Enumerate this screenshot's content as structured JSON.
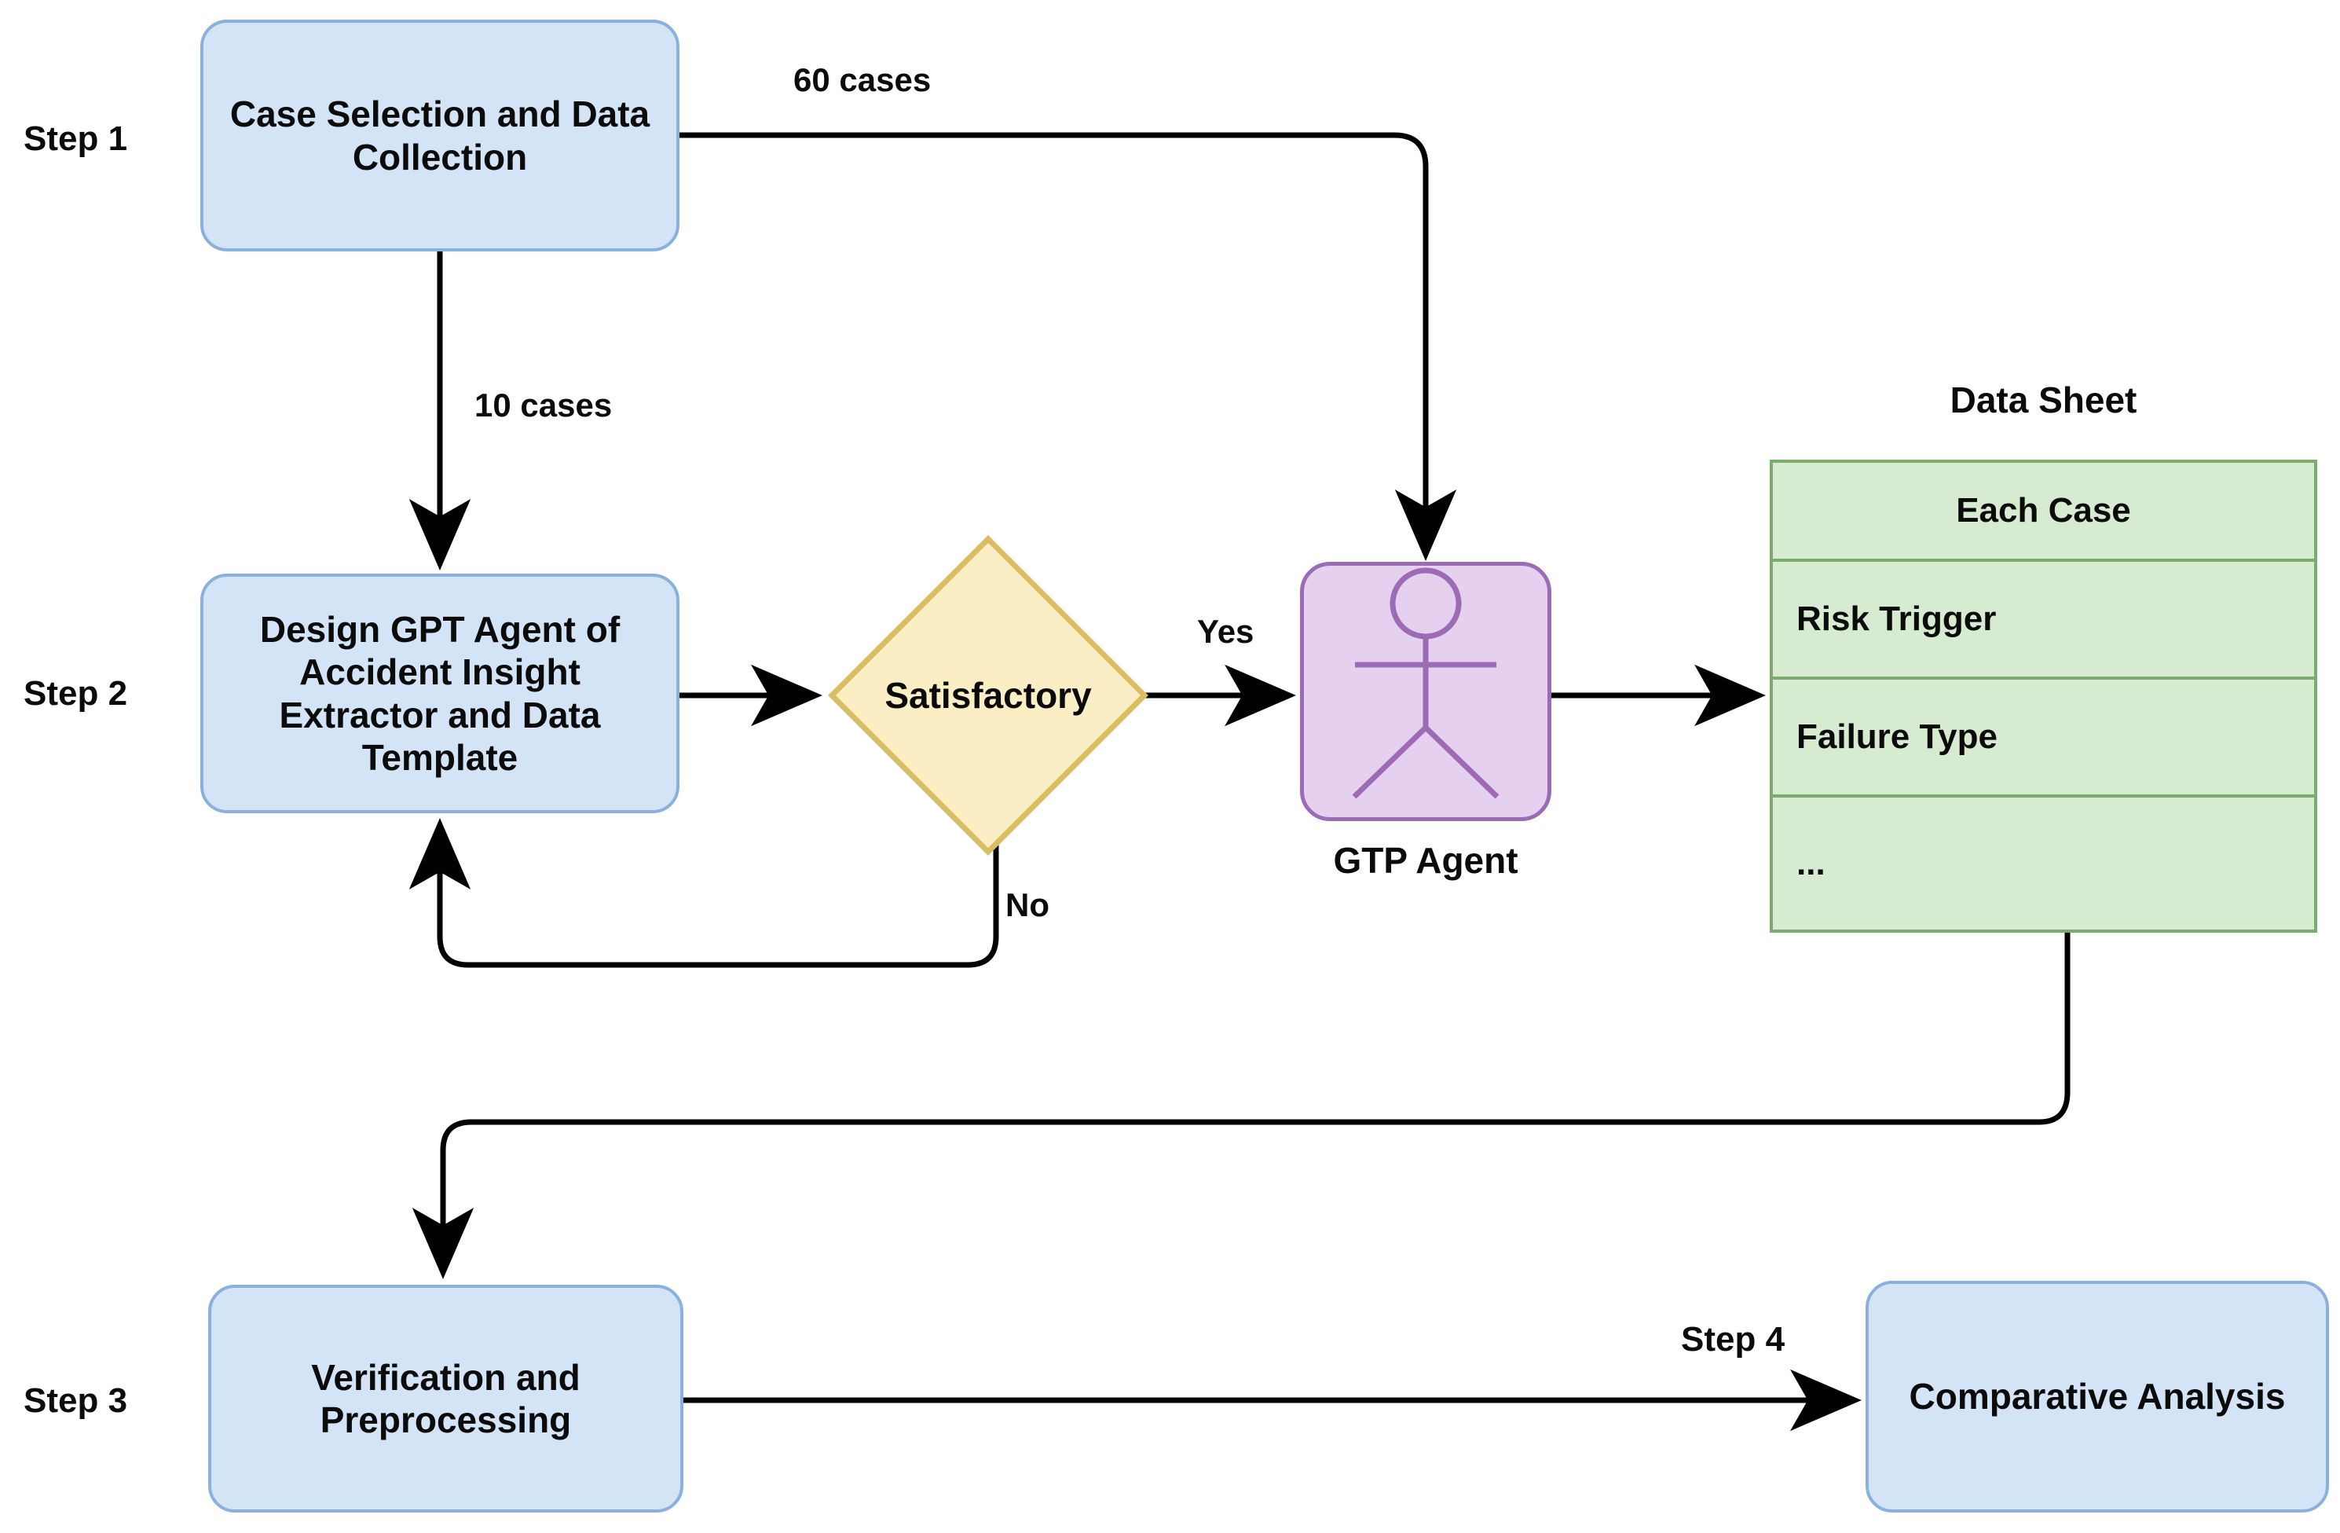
{
  "diagram": {
    "title": "Accident Insight Extraction Workflow",
    "type": "flowchart",
    "colors": {
      "process_fill": "#d4e4f7",
      "process_stroke": "#8ab0dd",
      "decision_fill": "#fbeec4",
      "decision_stroke": "#d9bd63",
      "agent_fill": "#e5d0ef",
      "agent_stroke": "#9b6cb5",
      "sheet_fill": "#d6ebd0",
      "sheet_stroke": "#7aac6e",
      "connector": "#000000"
    }
  },
  "step_labels": {
    "step1": "Step 1",
    "step2": "Step 2",
    "step3": "Step 3",
    "step4": "Step 4"
  },
  "nodes": {
    "case_selection": "Case Selection and Data Collection",
    "design_agent": "Design GPT Agent of Accident Insight Extractor and Data Template",
    "satisfactory": "Satisfactory",
    "gpt_agent_caption": "GTP Agent",
    "verification": "Verification and Preprocessing",
    "comparative": "Comparative Analysis"
  },
  "edge_labels": {
    "sixty_cases": "60 cases",
    "ten_cases": "10 cases",
    "yes": "Yes",
    "no": "No"
  },
  "data_sheet": {
    "title": "Data Sheet",
    "rows": [
      "Each Case",
      "Risk Trigger",
      "Failure Type",
      "..."
    ]
  }
}
